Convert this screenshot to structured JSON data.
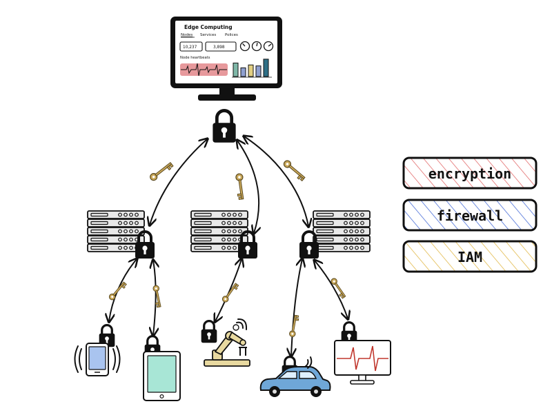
{
  "dashboard": {
    "title": "Edge Computing",
    "tabs": [
      "Nodes",
      "Services",
      "Polices"
    ],
    "stats": [
      "10,237",
      "3,898"
    ],
    "heartbeat_label": "Node heartbeats",
    "bars": [
      {
        "value": 0.7,
        "color": "#7fb8a8"
      },
      {
        "value": 0.45,
        "color": "#8fa0d0"
      },
      {
        "value": 0.6,
        "color": "#e2cf82"
      },
      {
        "value": 0.55,
        "color": "#8fa0d0"
      },
      {
        "value": 0.9,
        "color": "#2e6f86"
      }
    ],
    "gauges": [
      0.3,
      0.55,
      0.75
    ]
  },
  "legend": [
    {
      "label": "encryption",
      "color": "#e26b6b"
    },
    {
      "label": "firewall",
      "color": "#4a6fd8"
    },
    {
      "label": "IAM",
      "color": "#e2b94a"
    }
  ],
  "colors": {
    "ink": "#111111",
    "key": "#c9a85a",
    "heartbeat_fill": "#e7999c",
    "tablet_screen": "#a8e6d6",
    "phone_screen": "#a9c4ef",
    "car_body": "#6fa7d8",
    "robot": "#e8d9a0"
  },
  "icons": {
    "top_lock": "padlock-icon",
    "key": "key-icon",
    "server": "server-rack-icon",
    "phone": "smartphone-icon",
    "tablet": "tablet-icon",
    "robot": "robot-arm-icon",
    "car": "connected-car-icon",
    "monitor": "heartbeat-monitor-icon"
  }
}
